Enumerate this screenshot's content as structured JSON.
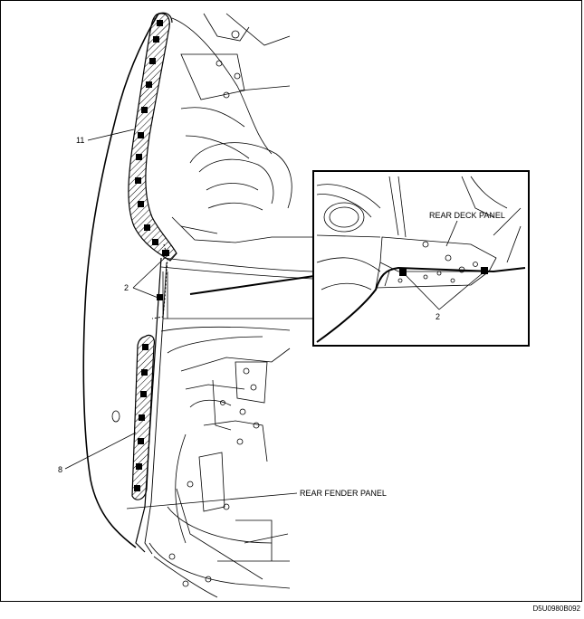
{
  "labels": {
    "rear_deck_panel": "REAR DECK PANEL",
    "rear_fender_panel": "REAR FENDER PANEL",
    "callout_11": "11",
    "callout_2_main": "2",
    "callout_2_inset": "2",
    "callout_8": "8"
  },
  "figure_code": "D5U0980B092",
  "colors": {
    "ink": "#000000",
    "paper": "#ffffff"
  }
}
